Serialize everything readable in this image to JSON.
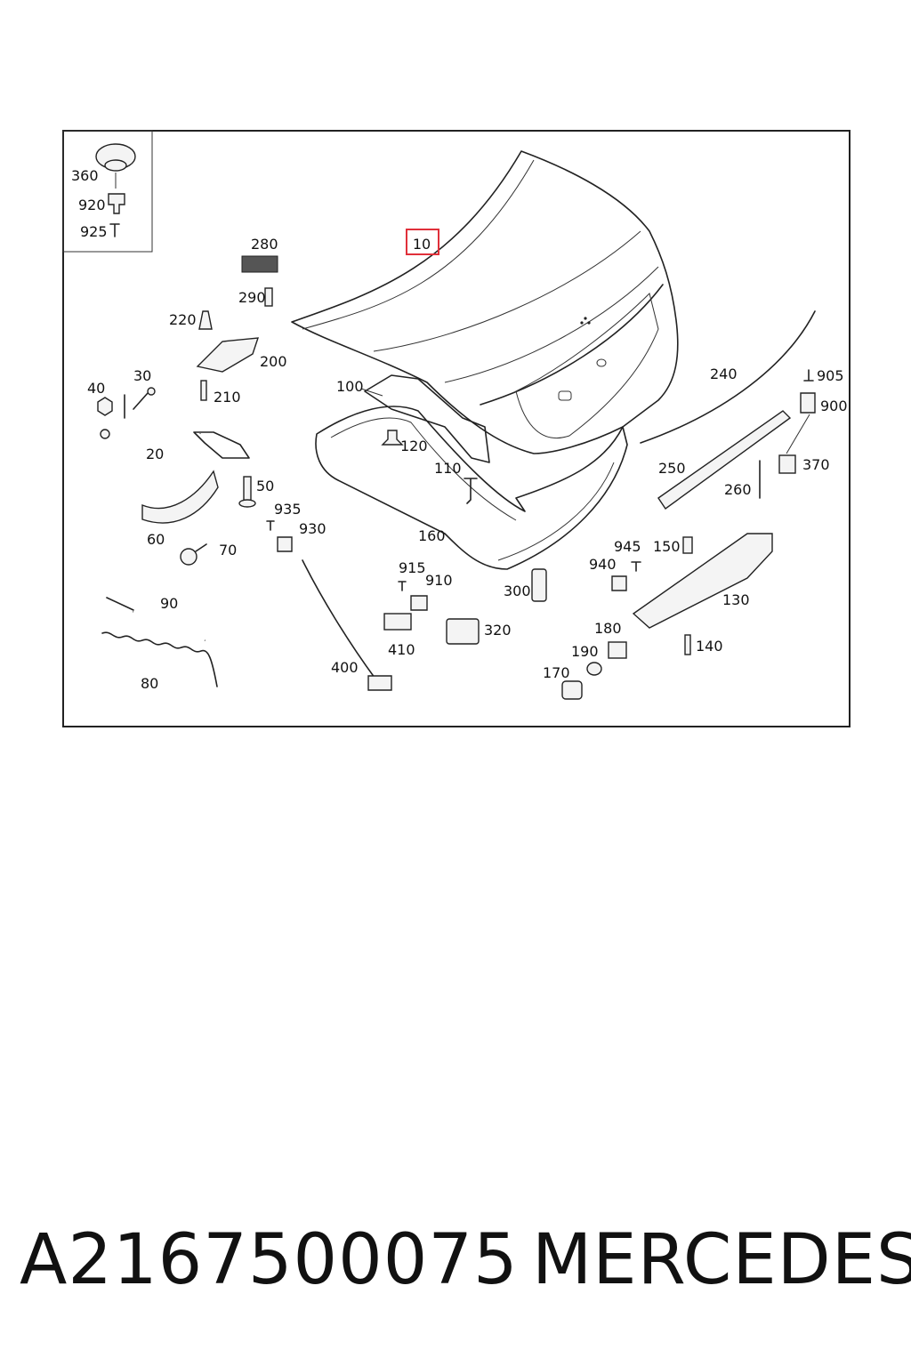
{
  "diagram": {
    "highlighted_label": "10",
    "inset_labels": [
      "360",
      "920",
      "925"
    ],
    "labels": {
      "l10": "10",
      "l20": "20",
      "l30": "30",
      "l40": "40",
      "l50": "50",
      "l60": "60",
      "l70": "70",
      "l80": "80",
      "l90": "90",
      "l100": "100",
      "l110": "110",
      "l120": "120",
      "l130": "130",
      "l140": "140",
      "l150": "150",
      "l160": "160",
      "l170": "170",
      "l180": "180",
      "l190": "190",
      "l200": "200",
      "l210": "210",
      "l220": "220",
      "l240": "240",
      "l250": "250",
      "l260": "260",
      "l280": "280",
      "l290": "290",
      "l300": "300",
      "l320": "320",
      "l360": "360",
      "l370": "370",
      "l400": "400",
      "l410": "410",
      "l900": "900",
      "l905": "905",
      "l910": "910",
      "l915": "915",
      "l920": "920",
      "l925": "925",
      "l930": "930",
      "l935": "935",
      "l940": "940",
      "l945": "945"
    },
    "highlight_color": "#e0303a"
  },
  "footer": {
    "part_number": "A2167500075",
    "brand": "MERCEDES"
  }
}
